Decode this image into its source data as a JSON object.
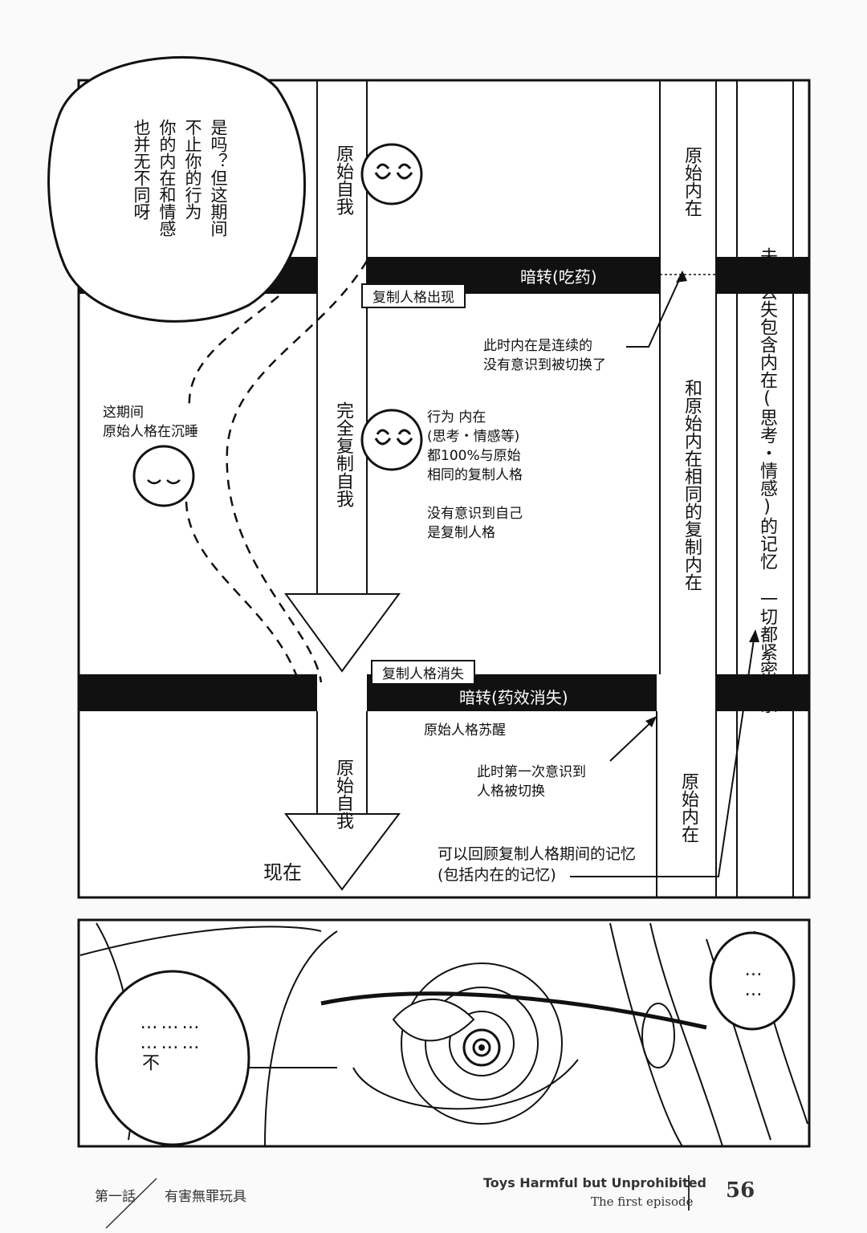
{
  "speech_bubble_top": "是吗？但这期间\n不止你的行为\n你的内在和情感\n也并无不同呀",
  "columns": {
    "original_self_top": "原始自我",
    "copy_self": "完全复制自我",
    "original_self_bottom": "原始自我",
    "original_inner_top": "原始内在",
    "copy_inner": "和原始内在相同的复制内在",
    "original_inner_bottom": "原始内在",
    "memory_note": "未曾丢失包含内在(思考・情感)的记忆 一切都紧密联系"
  },
  "bands": {
    "blackout_1": "暗转(吃药)",
    "blackout_2": "暗转(药效消失)"
  },
  "boxes": {
    "copy_appears": "复制人格出现",
    "copy_disappears": "复制人格消失"
  },
  "notes": {
    "inner_continuous": "此时内在是连续的\n没有意识到被切换了",
    "original_sleeping": "这期间\n原始人格在沉睡",
    "copy_description": "行为 内在\n(思考・情感等)\n都100%与原始\n相同的复制人格\n\n没有意识到自己\n是复制人格",
    "original_wakes": "原始人格苏醒",
    "first_aware": "此时第一次意识到\n人格被切换",
    "can_recall": "可以回顾复制人格期间的记忆\n(包括内在的记忆)",
    "now": "现在"
  },
  "bottom_panel": {
    "bubble_left": "……\n……\n……不",
    "bubble_right": "……"
  },
  "footer": {
    "chapter": "第一話",
    "title_cn": "有害無罪玩具",
    "title_en": "Toys Harmful but Unprohibited",
    "episode": "The first episode",
    "page_number": "56"
  }
}
